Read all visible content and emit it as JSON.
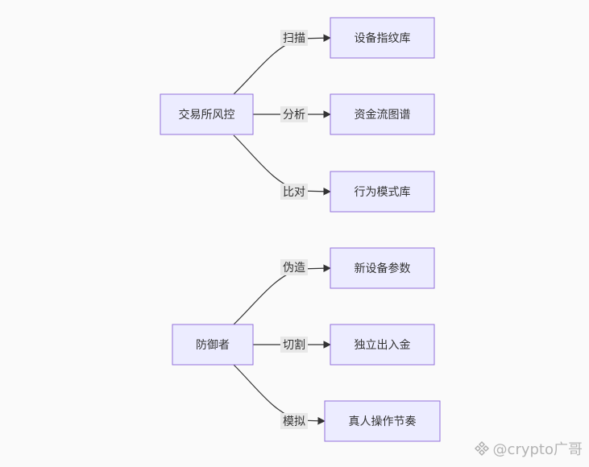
{
  "diagram": {
    "groups": [
      {
        "source": "交易所风控",
        "edges": [
          {
            "label": "扫描",
            "target": "设备指纹库"
          },
          {
            "label": "分析",
            "target": "资金流图谱"
          },
          {
            "label": "比对",
            "target": "行为模式库"
          }
        ]
      },
      {
        "source": "防御者",
        "edges": [
          {
            "label": "伪造",
            "target": "新设备参数"
          },
          {
            "label": "切割",
            "target": "独立出入金"
          },
          {
            "label": "模拟",
            "target": "真人操作节奏"
          }
        ]
      }
    ]
  },
  "watermark": {
    "text": "@crypto广哥",
    "icon": "binance-logo-icon"
  },
  "colors": {
    "node_fill": "#ececff",
    "node_border": "#9370db",
    "edge": "#333333",
    "label_bg": "#e8e8e8",
    "background": "#fafafa"
  }
}
